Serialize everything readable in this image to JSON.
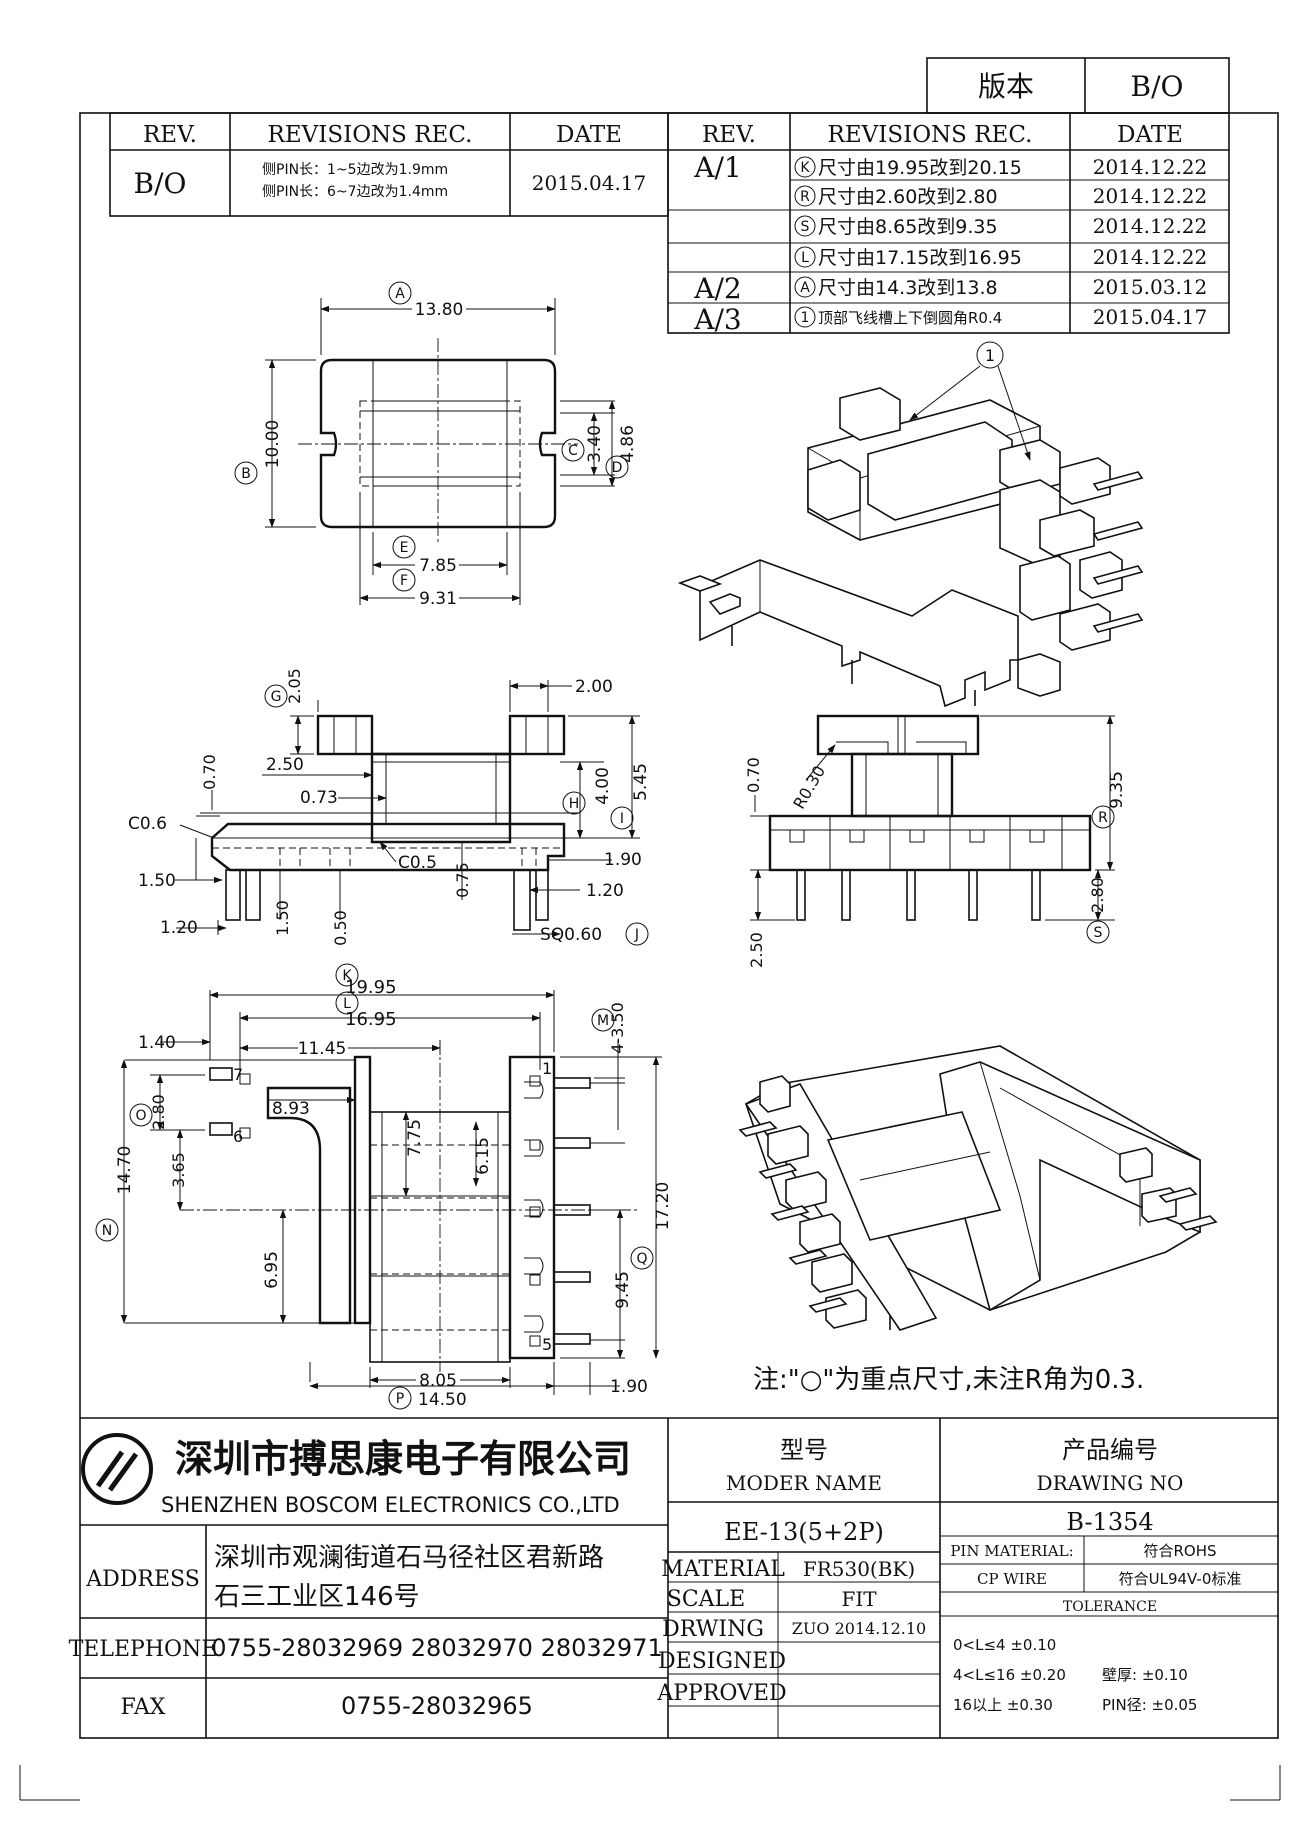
{
  "version_box": {
    "label": "版本",
    "value": "B/O"
  },
  "left_rev": {
    "headers": {
      "rev": "REV.",
      "rec": "REVISIONS REC.",
      "date": "DATE"
    },
    "rows": [
      {
        "rev": "B/O",
        "rec1": "侧PIN长：1~5边改为1.9mm",
        "rec2": "侧PIN长：6~7边改为1.4mm",
        "date": "2015.04.17"
      }
    ]
  },
  "right_rev": {
    "headers": {
      "rev": "REV.",
      "rec": "REVISIONS REC.",
      "date": "DATE"
    },
    "rows": [
      {
        "rev": "A/1",
        "mark": "K",
        "rec": "尺寸由19.95改到20.15",
        "date": "2014.12.22"
      },
      {
        "rev": "",
        "mark": "R",
        "rec": "尺寸由2.60改到2.80",
        "date": "2014.12.22"
      },
      {
        "rev": "",
        "mark": "S",
        "rec": "尺寸由8.65改到9.35",
        "date": "2014.12.22"
      },
      {
        "rev": "",
        "mark": "L",
        "rec": "尺寸由17.15改到16.95",
        "date": "2014.12.22"
      },
      {
        "rev": "A/2",
        "mark": "A",
        "rec": "尺寸由14.3改到13.8",
        "date": "2015.03.12"
      },
      {
        "rev": "A/3",
        "mark": "1",
        "rec": "顶部飞线槽上下倒圆角R0.4",
        "date": "2015.04.17"
      }
    ]
  },
  "top_view": {
    "A": "13.80",
    "B": "10.00",
    "C": "3.40",
    "D": "4.86",
    "E": "7.85",
    "F": "9.31",
    "markers": [
      "A",
      "B",
      "C",
      "D",
      "E",
      "F"
    ]
  },
  "side_view": {
    "G": "2.05",
    "top": "2.00",
    "w250": "2.50",
    "w073": "0.73",
    "h070": "0.70",
    "c06": "C0.6",
    "h150": "1.50",
    "w120a": "1.20",
    "v150": "1.50",
    "v050": "0.50",
    "c05": "C0.5",
    "v075": "0.75",
    "H": "4.00",
    "I": "5.45",
    "w190": "1.90",
    "w120b": "1.20",
    "J": "SQ0.60",
    "markers": [
      "G",
      "H",
      "I",
      "J"
    ]
  },
  "front_view": {
    "h070": "0.70",
    "r030": "R0.30",
    "R": "9.35",
    "S": "2.80",
    "v250": "2.50",
    "markers": [
      "R",
      "S"
    ]
  },
  "bottom_view": {
    "K": "19.95",
    "L": "16.95",
    "M": "4-3.50",
    "w140": "1.40",
    "w1145": "11.45",
    "O": "2.80",
    "v365": "3.65",
    "w893": "8.93",
    "v775": "7.75",
    "v615": "6.15",
    "N": "14.70",
    "v695": "6.95",
    "w805": "8.05",
    "v945": "9.45",
    "Q": "17.20",
    "P": "14.50",
    "w190": "1.90",
    "pins": [
      "1",
      "5",
      "6",
      "7"
    ],
    "markers": [
      "K",
      "L",
      "M",
      "N",
      "O",
      "P",
      "Q"
    ]
  },
  "iso_marker": "1",
  "note": "注:\"○\"为重点尺寸,未注R角为0.3.",
  "title_block": {
    "company_cn": "深圳市搏思康电子有限公司",
    "company_en": "SHENZHEN BOSCOM ELECTRONICS CO.,LTD",
    "model_cn": "型号",
    "model_en": "MODER NAME",
    "drawing_cn": "产品编号",
    "drawing_en": "DRAWING NO",
    "model": "EE-13(5+2P)",
    "drawing_no": "B-1354",
    "address_label": "ADDRESS",
    "address1": "深圳市观澜街道石马径社区君新路",
    "address2": "石三工业区146号",
    "telephone_label": "TELEPHONE",
    "telephone": "0755-28032969 28032970 28032971",
    "fax_label": "FAX",
    "fax": "0755-28032965",
    "material_label": "MATERIAL",
    "material": "FR530(BK)",
    "scale_label": "SCALE",
    "scale": "FIT",
    "drwing_label": "DRWING",
    "drwing": "ZUO 2014.12.10",
    "designed_label": "DESIGNED",
    "approved_label": "APPROVED",
    "pin_material_label": "PIN MATERIAL:",
    "pin_material": "符合ROHS",
    "cp_wire_label": "CP WIRE",
    "cp_wire": "符合UL94V-0标准",
    "tolerance_label": "TOLERANCE",
    "tol1": "0<L≤4  ±0.10",
    "tol2": "4<L≤16  ±0.20",
    "tol3": "16以上    ±0.30",
    "wall": "壁厚:  ±0.10",
    "pin_dia": "PIN径: ±0.05"
  }
}
